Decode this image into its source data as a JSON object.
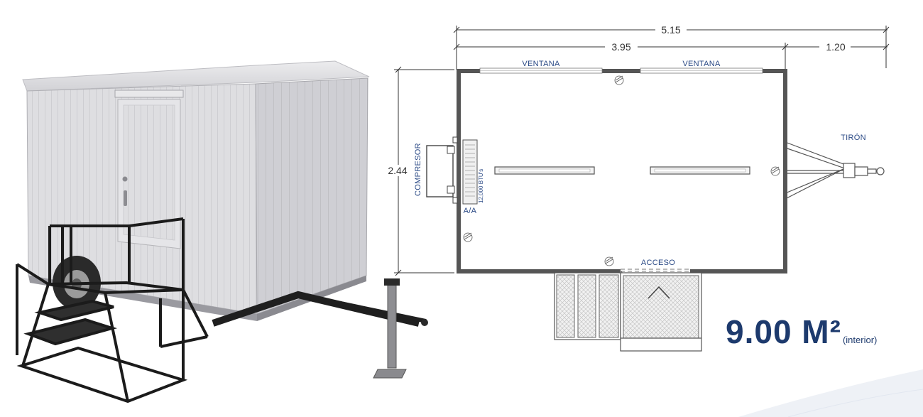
{
  "dimensions": {
    "total_length": "5.15",
    "interior_length": "3.95",
    "hitch_length": "1.20",
    "width": "2.44"
  },
  "labels": {
    "window_left": "VENTANA",
    "window_right": "VENTANA",
    "compressor": "COMPRESOR",
    "ac_rating": "12,000 BTU's",
    "ac": "A/A",
    "hitch": "TIRÓN",
    "access": "ACCESO"
  },
  "area": {
    "value": "9.00 M²",
    "note": "(interior)"
  },
  "colors": {
    "accent": "#1d3a6d",
    "label": "#2b4a86",
    "wall": "#555555",
    "panel": "#d9d9dc"
  }
}
